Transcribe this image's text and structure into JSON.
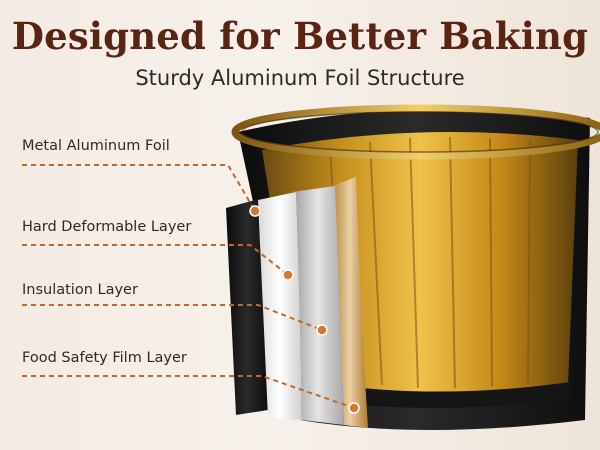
{
  "headline": "Designed for Better Baking",
  "subheadline": "Sturdy Aluminum Foil Structure",
  "layers": [
    {
      "label": "Metal Aluminum Foil"
    },
    {
      "label": "Hard Deformable Layer"
    },
    {
      "label": "Insulation Layer"
    },
    {
      "label": "Food Safety Film Layer"
    }
  ],
  "colors": {
    "headline": "#5a2415",
    "leader_line": "#c2692a",
    "marker_dot": "#d8782f",
    "cup_inner_gold": "#d49a1d",
    "cup_outer_black": "#141414"
  }
}
